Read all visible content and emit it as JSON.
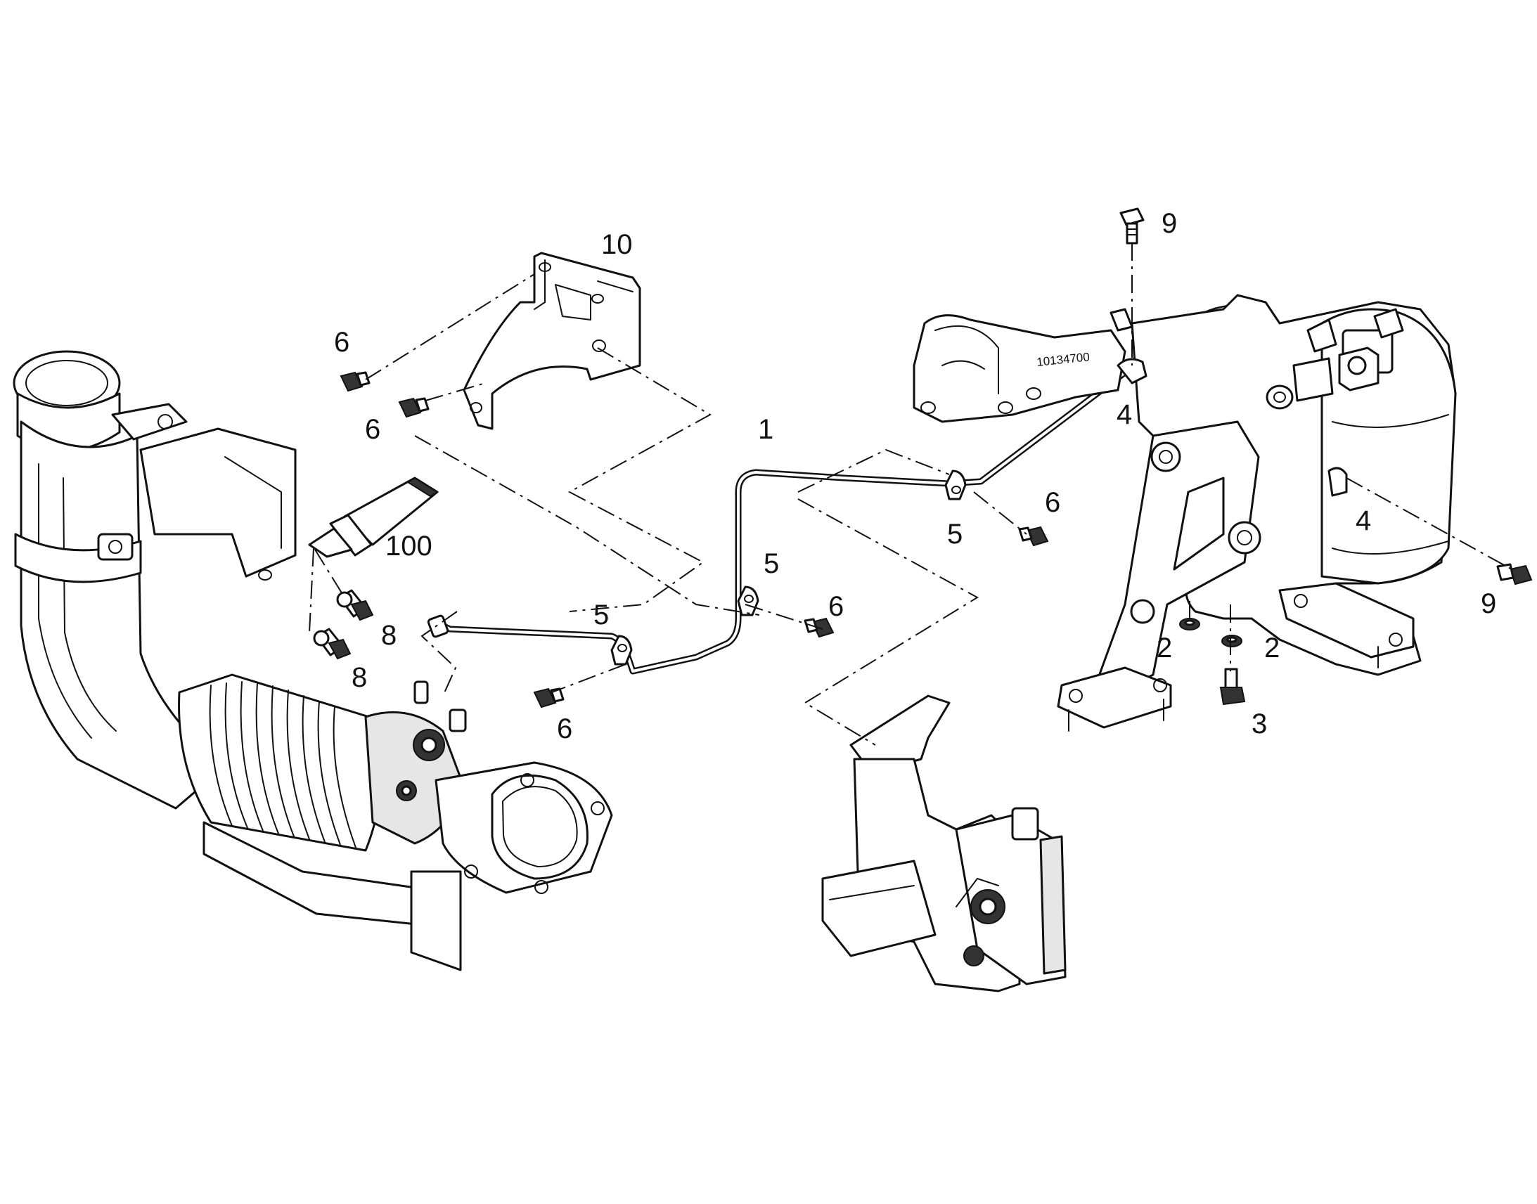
{
  "diagram": {
    "part_stamp": "10134700",
    "callouts": [
      {
        "id": "c1",
        "label": "1"
      },
      {
        "id": "c2a",
        "label": "2"
      },
      {
        "id": "c2b",
        "label": "2"
      },
      {
        "id": "c3",
        "label": "3"
      },
      {
        "id": "c4a",
        "label": "4"
      },
      {
        "id": "c4b",
        "label": "4"
      },
      {
        "id": "c5a",
        "label": "5"
      },
      {
        "id": "c5b",
        "label": "5"
      },
      {
        "id": "c5c",
        "label": "5"
      },
      {
        "id": "c6a",
        "label": "6"
      },
      {
        "id": "c6b",
        "label": "6"
      },
      {
        "id": "c6c",
        "label": "6"
      },
      {
        "id": "c6d",
        "label": "6"
      },
      {
        "id": "c6e",
        "label": "6"
      },
      {
        "id": "c8a",
        "label": "8"
      },
      {
        "id": "c8b",
        "label": "8"
      },
      {
        "id": "c9a",
        "label": "9"
      },
      {
        "id": "c9b",
        "label": "9"
      },
      {
        "id": "c10",
        "label": "10"
      },
      {
        "id": "c100",
        "label": "100"
      }
    ]
  }
}
